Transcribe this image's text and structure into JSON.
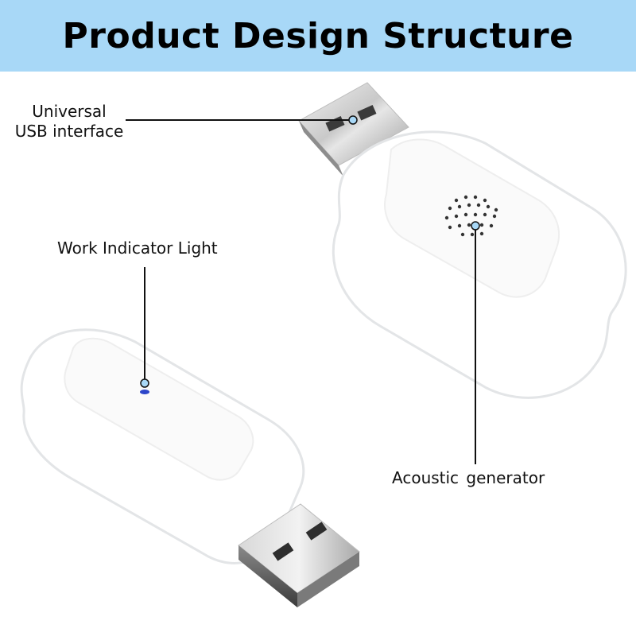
{
  "header": {
    "title": "Product Design Structure",
    "background_color": "#a8d8f7"
  },
  "callouts": {
    "usb_interface_line1": "Universal",
    "usb_interface_line2": "USB interface",
    "work_indicator_light": "Work Indicator Light",
    "acoustic_generator": "Acoustic  generator"
  },
  "colors": {
    "device_body": "#ffffff",
    "device_outline": "#e4e6e8",
    "callout_dot": "#a8d8f7",
    "indicator_led": "#2c45c9"
  }
}
